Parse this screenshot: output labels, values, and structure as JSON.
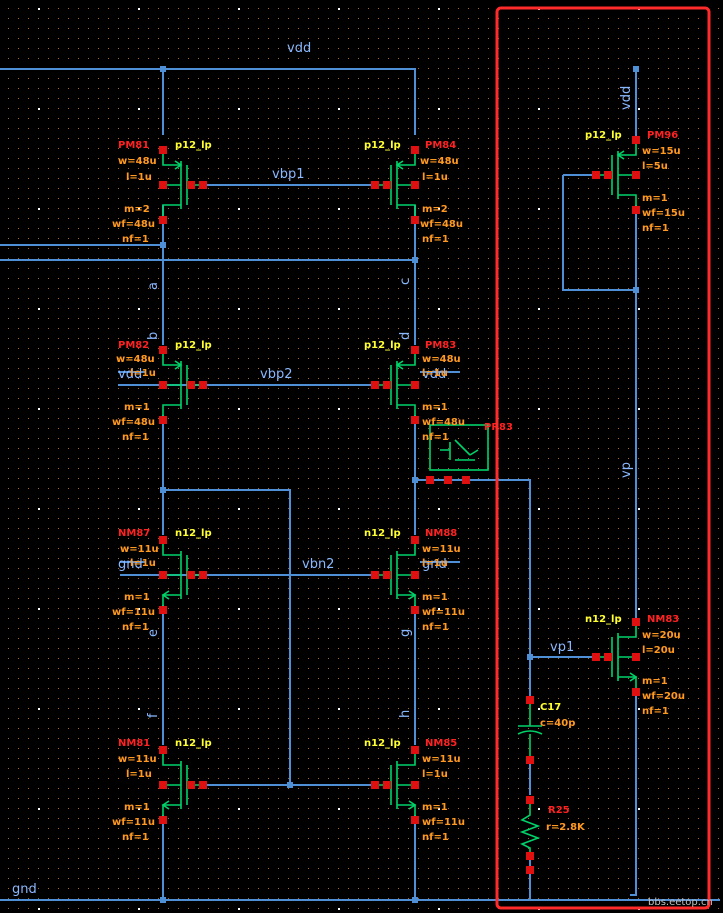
{
  "nets": {
    "vdd": "vdd",
    "gnd": "gnd",
    "vbp1": "vbp1",
    "vbp2": "vbp2",
    "vbn2": "vbn2",
    "vp": "vp",
    "vp1": "vp1",
    "a": "a",
    "b": "b",
    "c": "c",
    "d": "d",
    "e": "e",
    "f": "f",
    "g": "g",
    "h": "h",
    "vdd_pin_a": "vdd",
    "vdd_pin_b": "vdd",
    "gnd_pin_a": "gnd",
    "gnd_pin_b": "gnd"
  },
  "devices": {
    "pm81": {
      "name": "PM81",
      "model": "p12_lp",
      "w": "w=48u",
      "l": "l=1u",
      "m": "m=2",
      "wf": "wf=48u",
      "nf": "nf=1"
    },
    "pm84": {
      "name": "PM84",
      "model": "p12_lp",
      "w": "w=48u",
      "l": "l=1u",
      "m": "m=2",
      "wf": "wf=48u",
      "nf": "nf=1"
    },
    "pm82": {
      "name": "PM82",
      "model": "p12_lp",
      "w": "w=48u",
      "l": "l=1u",
      "m": "m=1",
      "wf": "wf=48u",
      "nf": "nf=1"
    },
    "pm83": {
      "name": "PM83",
      "model": "p12_lp",
      "w": "w=48u",
      "l": "l=1u",
      "m": "m=1",
      "wf": "wf=48u",
      "nf": "nf=1"
    },
    "nm87": {
      "name": "NM87",
      "model": "n12_lp",
      "w": "w=11u",
      "l": "l=1u",
      "m": "m=1",
      "wf": "wf=11u",
      "nf": "nf=1"
    },
    "nm88": {
      "name": "NM88",
      "model": "n12_lp",
      "w": "w=11u",
      "l": "l=1u",
      "m": "m=1",
      "wf": "wf=11u",
      "nf": "nf=1"
    },
    "nm81": {
      "name": "NM81",
      "model": "n12_lp",
      "w": "w=11u",
      "l": "l=1u",
      "m": "m=1",
      "wf": "wf=11u",
      "nf": "nf=1"
    },
    "nm85": {
      "name": "NM85",
      "model": "n12_lp",
      "w": "w=11u",
      "l": "l=1u",
      "m": "m=1",
      "wf": "wf=11u",
      "nf": "nf=1"
    },
    "pm96": {
      "name": "PM96",
      "model": "p12_lp",
      "w": "w=15u",
      "l": "l=5u",
      "m": "m=1",
      "wf": "wf=15u",
      "nf": "nf=1"
    },
    "nm83": {
      "name": "NM83",
      "model": "n12_lp",
      "w": "w=20u",
      "l": "l=20u",
      "m": "m=1",
      "wf": "wf=20u",
      "nf": "nf=1"
    },
    "c17": {
      "name": "C17",
      "value": "c=40p"
    },
    "r25": {
      "name": "R25",
      "value": "r=2.8K"
    },
    "pr83": {
      "name": "PR83"
    }
  },
  "watermark": "bbs.eetop.cn",
  "colors": {
    "background": "#000000",
    "wire": "#4f8fd6",
    "device": "#00d36a",
    "pin": "#e01010",
    "highlight": "#ff2a2a"
  }
}
